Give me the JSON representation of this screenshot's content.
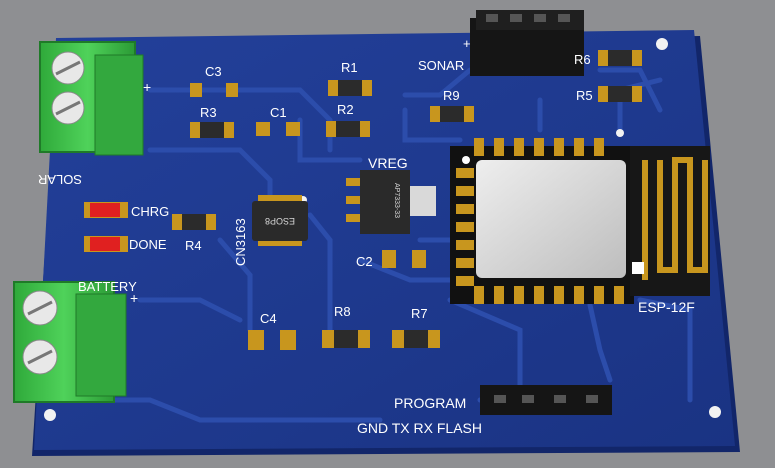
{
  "board": {
    "colors": {
      "background": "#8e8f92",
      "pcb": "#1f3a8f",
      "pcb_edge": "#12266a",
      "trace": "#2a4aa6",
      "pad": "#c8961e",
      "connector_green": "#3fbf4a",
      "header_black": "#151515",
      "module_shield": "#d9d9d9",
      "led_red": "#e02020"
    },
    "labels": {
      "sonar": "SONAR",
      "sonar_plus": "+",
      "solar": "SOLAR",
      "solar_plus": "+",
      "battery": "BATTERY",
      "battery_plus": "+",
      "chrg": "CHRG",
      "done": "DONE",
      "vreg": "VREG",
      "cn3163": "CN3163",
      "esp": "ESP-12F",
      "program": "PROGRAM",
      "pins": "GND TX RX FLASH",
      "chip_ic": "ESOP8",
      "vreg_chip": "AP7333-33"
    },
    "designators": {
      "c1": "C1",
      "c2": "C2",
      "c3": "C3",
      "c4": "C4",
      "r1": "R1",
      "r2": "R2",
      "r3": "R3",
      "r4": "R4",
      "r5": "R5",
      "r6": "R6",
      "r7": "R7",
      "r8": "R8",
      "r9": "R9"
    }
  }
}
